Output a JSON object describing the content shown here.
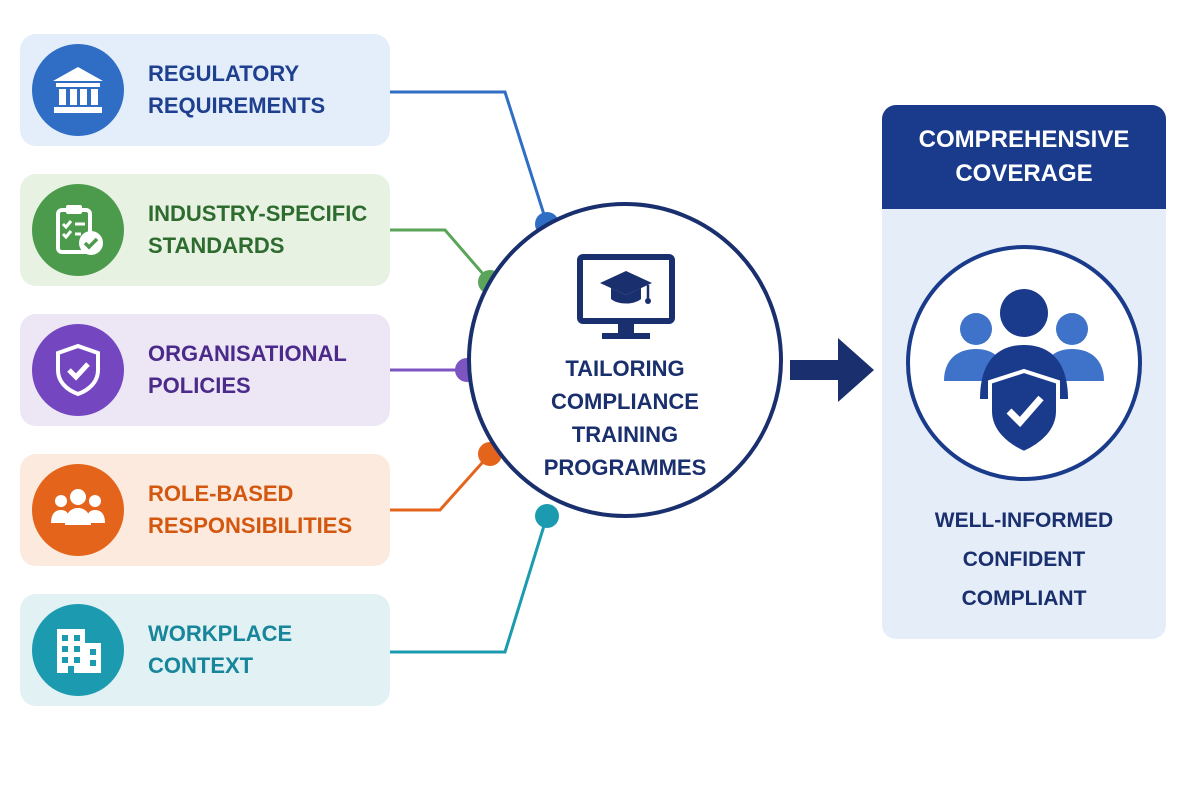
{
  "inputs": [
    {
      "line1": "REGULATORY",
      "line2": "REQUIREMENTS",
      "icon": "bank-icon",
      "color": "#2f6ec4"
    },
    {
      "line1": "INDUSTRY-SPECIFIC",
      "line2": "STANDARDS",
      "icon": "clipboard-check-icon",
      "color": "#2e7d32"
    },
    {
      "line1": "ORGANISATIONAL",
      "line2": "POLICIES",
      "icon": "shield-check-icon",
      "color": "#6a3fb5"
    },
    {
      "line1": "ROLE-BASED",
      "line2": "RESPONSIBILITIES",
      "icon": "people-group-icon",
      "color": "#e4641c"
    },
    {
      "line1": "WORKPLACE",
      "line2": "CONTEXT",
      "icon": "office-building-icon",
      "color": "#1c9bb0"
    }
  ],
  "hub": {
    "line1": "TAILORING",
    "line2": "COMPLIANCE",
    "line3": "TRAINING",
    "line4": "PROGRAMMES",
    "icon": "graduation-monitor-icon",
    "color": "#1a2f6d"
  },
  "result": {
    "title_line1": "COMPREHENSIVE",
    "title_line2": "COVERAGE",
    "icon": "team-shield-check-icon",
    "outcomes": [
      "WELL-INFORMED",
      "CONFIDENT",
      "COMPLIANT"
    ],
    "accent": "#1a3a8b"
  }
}
